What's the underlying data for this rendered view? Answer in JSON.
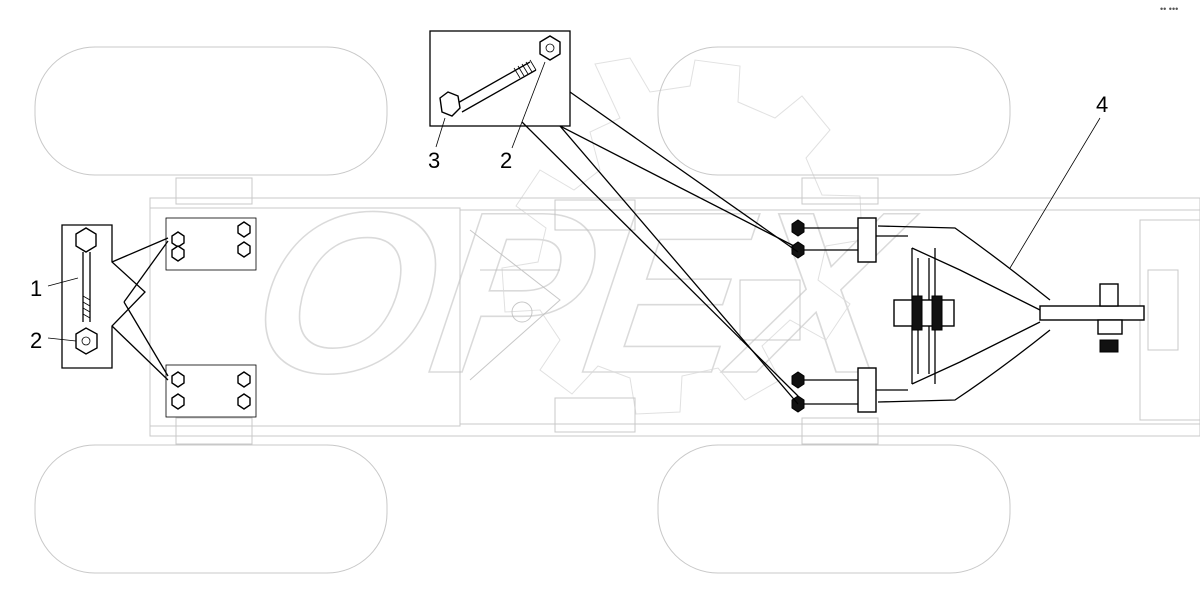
{
  "watermark": "OPEX",
  "callouts": {
    "c1": "1",
    "c2a": "2",
    "c2b": "2",
    "c3": "3",
    "c4": "4"
  },
  "corner_mark": "•• •••"
}
